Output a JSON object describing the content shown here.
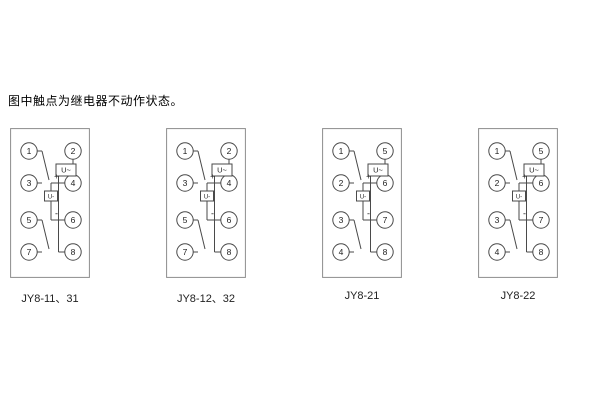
{
  "note": "图中触点为继电器不动作状态。",
  "colors": {
    "border": "#8c8c8c",
    "line": "#4a4a4a",
    "text": "#222222",
    "background": "#ffffff"
  },
  "diagrams": [
    {
      "caption": "JY8-11、31",
      "left": [
        "1",
        "3",
        "5",
        "7"
      ],
      "right": [
        "2",
        "4",
        "6",
        "8"
      ],
      "coil_label": "U~",
      "aux_label": "U-",
      "plus": "+",
      "minus": "-"
    },
    {
      "caption": "JY8-12、32",
      "left": [
        "1",
        "3",
        "5",
        "7"
      ],
      "right": [
        "2",
        "4",
        "6",
        "8"
      ],
      "coil_label": "U~",
      "aux_label": "U-",
      "plus": "+",
      "minus": "-"
    },
    {
      "caption": "JY8-21",
      "left": [
        "1",
        "2",
        "3",
        "4"
      ],
      "right": [
        "5",
        "6",
        "7",
        "8"
      ],
      "coil_label": "U~",
      "aux_label": "U-",
      "plus": "+",
      "minus": "-"
    },
    {
      "caption": "JY8-22",
      "left": [
        "1",
        "2",
        "3",
        "4"
      ],
      "right": [
        "5",
        "6",
        "7",
        "8"
      ],
      "coil_label": "U~",
      "aux_label": "U-",
      "plus": "+",
      "minus": "-"
    }
  ]
}
